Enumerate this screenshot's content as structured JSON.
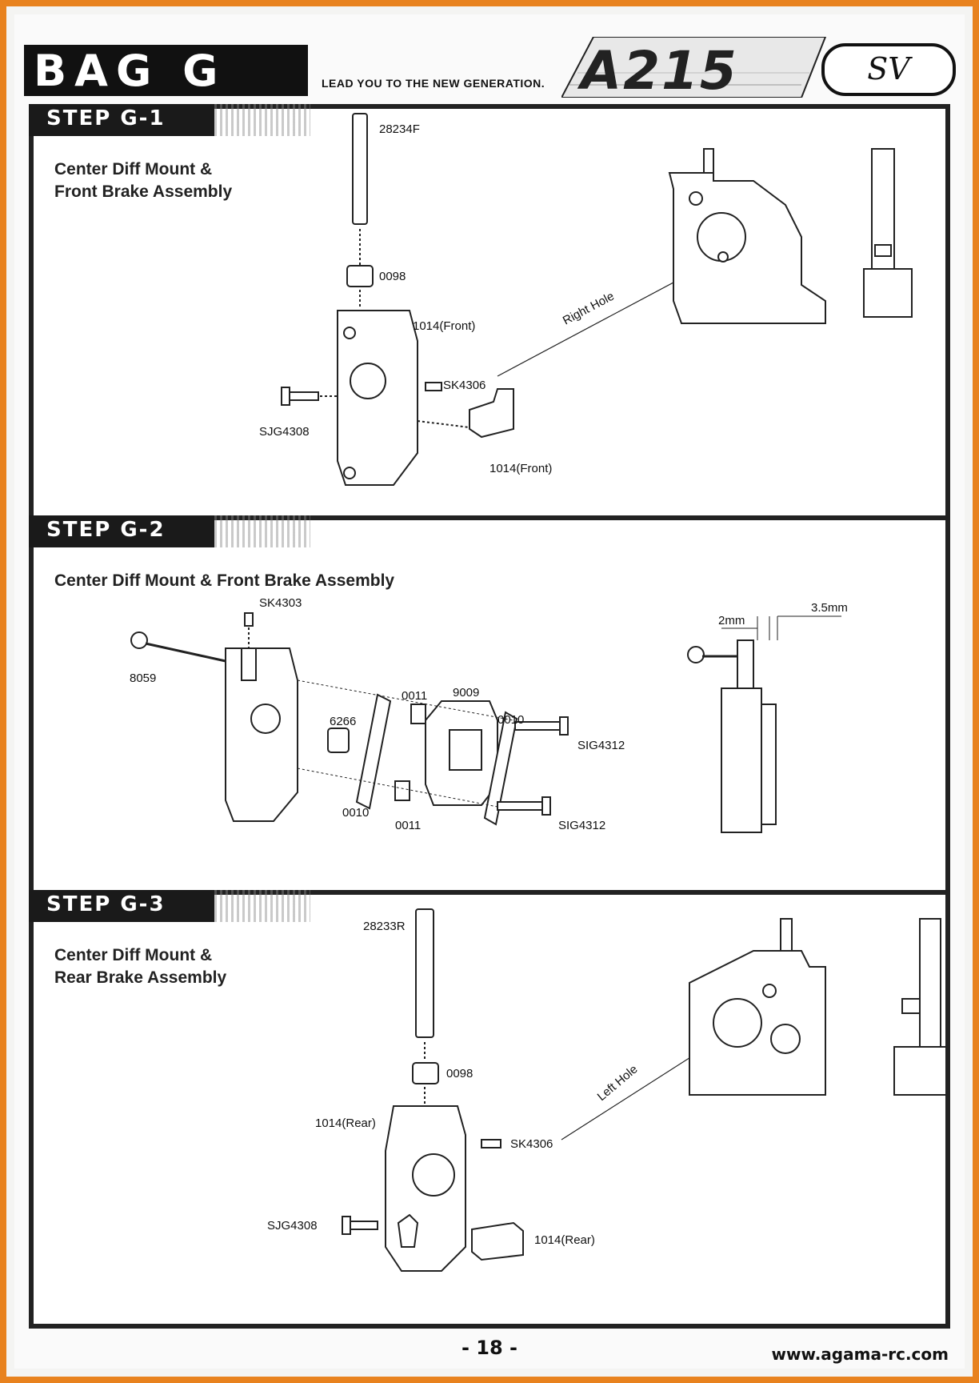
{
  "header": {
    "bag_title": "BAG G",
    "slogan": "LEAD YOU TO THE NEW GENERATION.",
    "brand": "A215",
    "brand_badge": "SV"
  },
  "steps": [
    {
      "label": "STEP G-1",
      "title": "Center Diff Mount &\nFront Brake Assembly",
      "parts": [
        "28234F",
        "0098",
        "1014(Front)",
        "SK4306",
        "SJG4308",
        "1014(Front)"
      ],
      "annotation": "Right Hole"
    },
    {
      "label": "STEP G-2",
      "title": "Center Diff Mount & Front Brake Assembly",
      "parts": [
        "SK4303",
        "8059",
        "0011",
        "9009",
        "0010",
        "6266",
        "SIG4312",
        "0010",
        "0011",
        "SIG4312"
      ],
      "dimensions": [
        "2mm",
        "3.5mm"
      ]
    },
    {
      "label": "STEP G-3",
      "title": "Center Diff Mount &\nRear Brake Assembly",
      "parts": [
        "28233R",
        "0098",
        "1014(Rear)",
        "SK4306",
        "SJG4308",
        "1014(Rear)"
      ],
      "annotation": "Left Hole"
    }
  ],
  "footer": {
    "page_number": "- 18 -",
    "url": "www.agama-rc.com"
  }
}
